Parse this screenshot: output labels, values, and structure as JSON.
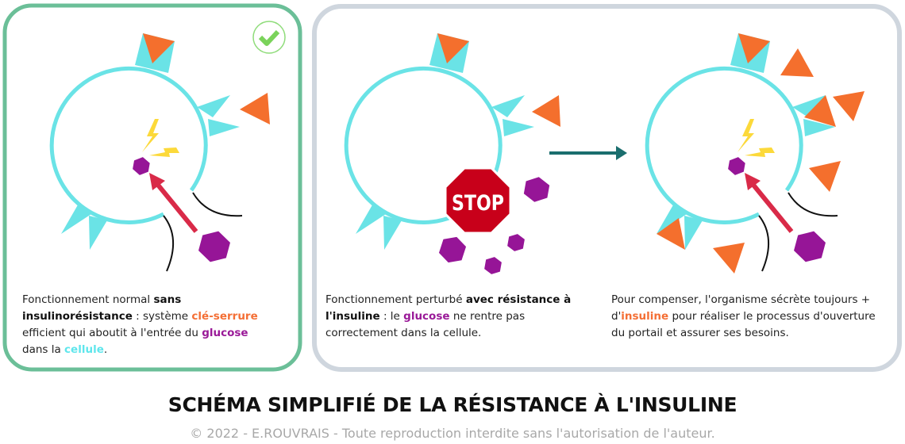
{
  "colors": {
    "panel_ok_border": "#6bbf98",
    "panel_border": "#cfd6de",
    "cell": "#6ae3e6",
    "insulin": "#f46f2d",
    "glucose": "#961597",
    "arrow": "#d92a48",
    "lightning": "#fcd93a",
    "transition_arrow": "#1a6e6e",
    "stop": "#c8001a",
    "check": "#7ad35a"
  },
  "icons": [
    "check-circle-icon",
    "stop-sign-icon",
    "lightning-icon",
    "arrow-right-icon"
  ],
  "panels": [
    {
      "segments": [
        {
          "t": "Fonctionnement normal  ",
          "s": ""
        },
        {
          "t": "sans insulinorésistance",
          "s": "b"
        },
        {
          "t": " : système ",
          "s": ""
        },
        {
          "t": "clé-serrure",
          "s": "orange"
        },
        {
          "t": " efficient qui aboutit à l'entrée du ",
          "s": ""
        },
        {
          "t": "glucose",
          "s": "purple"
        },
        {
          "t": " dans la ",
          "s": ""
        },
        {
          "t": "cellule",
          "s": "cyan"
        },
        {
          "t": ".",
          "s": ""
        }
      ]
    },
    {
      "segments": [
        {
          "t": "Fonctionnement perturbé ",
          "s": ""
        },
        {
          "t": "avec résistance à l'insuline",
          "s": "b"
        },
        {
          "t": " : le ",
          "s": ""
        },
        {
          "t": "glucose",
          "s": "purple"
        },
        {
          "t": " ne rentre pas correctement  dans la cellule.",
          "s": ""
        }
      ],
      "stop_label": "STOP"
    },
    {
      "segments": [
        {
          "t": "Pour compenser, l'organisme sécrète toujours + d'",
          "s": ""
        },
        {
          "t": "insuline",
          "s": "orange"
        },
        {
          "t": "  pour réaliser le processus d'ouverture du portail et assurer ses besoins.",
          "s": ""
        }
      ]
    }
  ],
  "title": "SCHÉMA SIMPLIFIÉ DE LA RÉSISTANCE À L'INSULINE",
  "copyright": "© 2022 - E.ROUVRAIS - Toute reproduction interdite sans l'autorisation de l'auteur."
}
